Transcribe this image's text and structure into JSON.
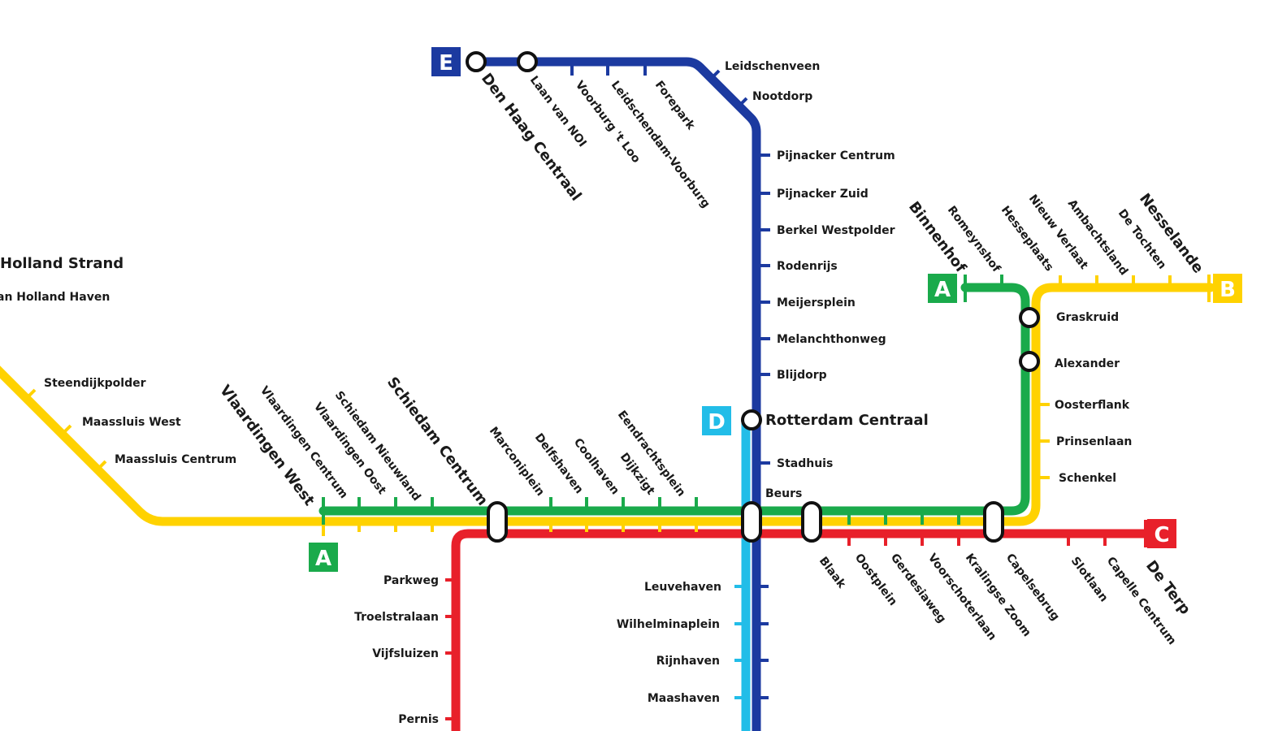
{
  "colors": {
    "line_a": "#1aaa4b",
    "line_b": "#ffd200",
    "line_c": "#e8202a",
    "line_d": "#22bde8",
    "line_e": "#1c3aa0"
  },
  "badges": {
    "e": "E",
    "d": "D",
    "a_west": "A",
    "a_east": "A",
    "b": "B",
    "c": "C"
  },
  "stations": {
    "den_haag_centraal": "Den Haag Centraal",
    "laan_van_noi": "Laan van NOI",
    "voorburg_t_loo": "Voorburg 't Loo",
    "leidschendam_voorburg": "Leidschendam-Voorburg",
    "forepark": "Forepark",
    "leidschenveen": "Leidschenveen",
    "nootdorp": "Nootdorp",
    "pijnacker_centrum": "Pijnacker Centrum",
    "pijnacker_zuid": "Pijnacker Zuid",
    "berkel_westpolder": "Berkel Westpolder",
    "rodenrijs": "Rodenrijs",
    "meijersplein": "Meijersplein",
    "melanchthonweg": "Melanchthonweg",
    "blijdorp": "Blijdorp",
    "rotterdam_centraal": "Rotterdam Centraal",
    "stadhuis": "Stadhuis",
    "beurs": "Beurs",
    "leuvehaven": "Leuvehaven",
    "wilhelminaplein": "Wilhelminaplein",
    "rijnhaven": "Rijnhaven",
    "maashaven": "Maashaven",
    "holland_strand": "Holland Strand",
    "holland_haven": "an Holland Haven",
    "steendijkpolder": "Steendijkpolder",
    "maassluis_west": "Maassluis West",
    "maassluis_centrum": "Maassluis Centrum",
    "vlaardingen_west": "Vlaardingen West",
    "vlaardingen_centrum": "Vlaardingen Centrum",
    "vlaardingen_oost": "Vlaardingen Oost",
    "schiedam_nieuwland": "Schiedam Nieuwland",
    "schiedam_centrum": "Schiedam Centrum",
    "marconiplein": "Marconiplein",
    "delfshaven": "Delfshaven",
    "coolhaven": "Coolhaven",
    "dijkzigt": "Dijkzigt",
    "eendrachtsplein": "Eendrachtsplein",
    "parkweg": "Parkweg",
    "troelstralaan": "Troelstralaan",
    "vijfsluizen": "Vijfsluizen",
    "pernis": "Pernis",
    "blaak": "Blaak",
    "oostplein": "Oostplein",
    "gerdesiaweg": "Gerdesiaweg",
    "voorschoterlaan": "Voorschoterlaan",
    "kralingse_zoom": "Kralingse Zoom",
    "capelsebrug": "Capelsebrug",
    "slotlaan": "Slotlaan",
    "capelle_centrum": "Capelle Centrum",
    "de_terp": "De Terp",
    "binnenhof": "Binnenhof",
    "romeynshof": "Romeynshof",
    "hesseplaats": "Hesseplaats",
    "nieuw_verlaat": "Nieuw Verlaat",
    "ambachtsland": "Ambachtsland",
    "de_tochten": "De Tochten",
    "nesselande": "Nesselande",
    "graskruid": "Graskruid",
    "alexander": "Alexander",
    "oosterflank": "Oosterflank",
    "prinsenlaan": "Prinsenlaan",
    "schenkel": "Schenkel"
  }
}
